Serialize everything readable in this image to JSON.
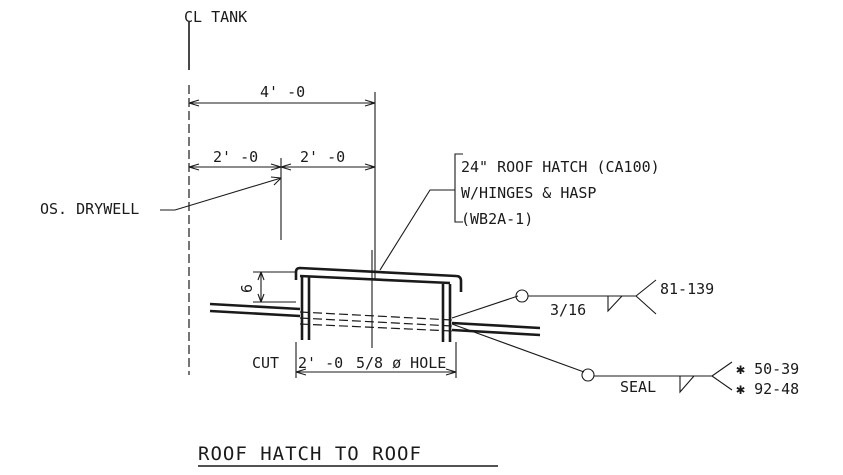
{
  "labels": {
    "cl_tank": "CL TANK",
    "dim_total": "4' -0",
    "dim_left": "2' -0",
    "dim_right": "2' -0",
    "existing": "OS. DRYWELL",
    "hatch_line1": "24\" ROOF HATCH (CA100)",
    "hatch_line2": "W/HINGES & HASP",
    "hatch_line3": "(WB2A-1)",
    "dim_height": "6",
    "weld_size": "3/16",
    "weld_ref_1": "81-139",
    "cut_label": "CUT",
    "cut_dim": "2' -0",
    "hole_note": "5/8 ø HOLE",
    "seal": "SEAL",
    "seal_ref_1": "50-39",
    "seal_ref_2": "92-48",
    "title": "ROOF HATCH TO ROOF"
  },
  "colors": {
    "ink": "#1a1a1a",
    "paper": "#ffffff"
  }
}
